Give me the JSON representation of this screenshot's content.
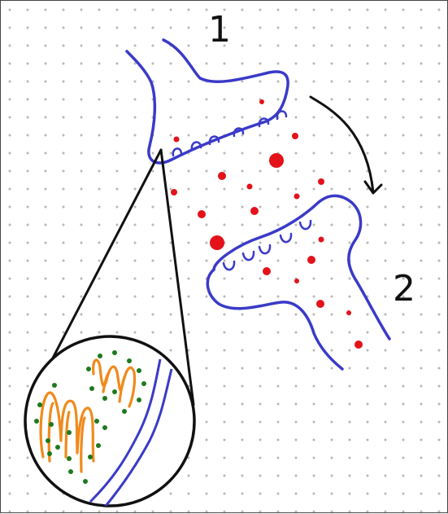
{
  "diagram": {
    "labels": {
      "presynaptic": "1",
      "postsynaptic": "2"
    },
    "colors": {
      "membrane": "#3a3ac8",
      "vesicle_molecule": "#e3121b",
      "mitochondria": "#f08a1c",
      "ribosome_dots": "#1d7a1d",
      "outline": "#111111",
      "background_dot": "#b8b8b8"
    },
    "icons": {
      "arrow": "curved-arrow-down"
    }
  }
}
